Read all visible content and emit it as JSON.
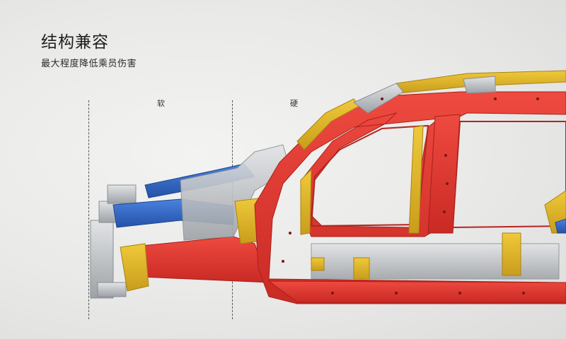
{
  "heading": {
    "title": "结构兼容",
    "subtitle": "最大程度降低乘员伤害"
  },
  "zones": {
    "soft_label": "软",
    "hard_label": "硬"
  },
  "colors": {
    "frame_red": "#e03a32",
    "reinforcement_yellow": "#e2b92a",
    "crash_beam_blue": "#2f67c8",
    "aluminum_gray": "#b9bcbf",
    "background": "#e9e9e8"
  }
}
